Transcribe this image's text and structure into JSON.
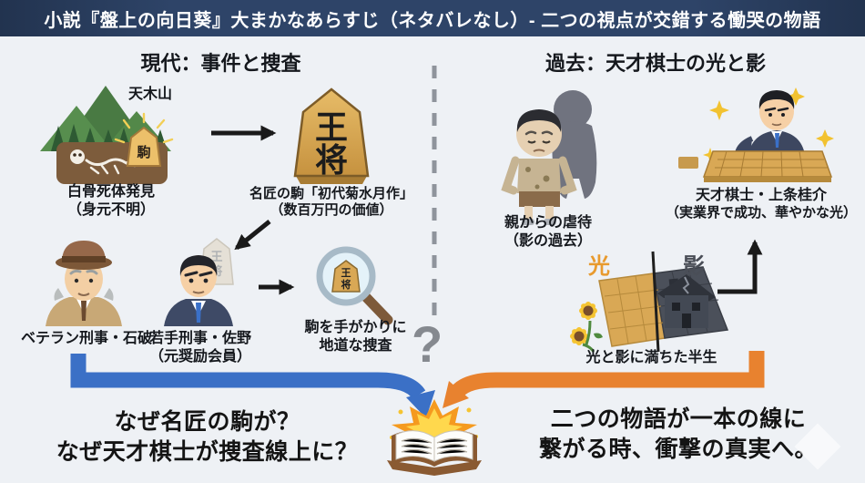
{
  "colors": {
    "background": "#eef1f5",
    "banner_bg": "#2e4468",
    "modern_arrow_blue": "#3b70c6",
    "past_arrow_orange": "#e8822f",
    "light_label_orange": "#e89a2e",
    "shadow_label_gray": "#4a4e57",
    "black_arrow": "#1a1a1a",
    "dashed_divider_gray": "#8f949c"
  },
  "banner": {
    "title": "小説『盤上の向日葵』大まかなあらすじ（ネタバレなし）- 二つの視点が交錯する慟哭の物語"
  },
  "modern_section": {
    "header": "現代：事件と捜査",
    "mountain_name": "天木山",
    "buried_piece_char": "駒",
    "discovery": {
      "line1": "白骨死体発見",
      "line2": "（身元不明）"
    },
    "masterpiece": {
      "line1": "名匠の駒「初代菊水月作」",
      "line2": "（数百万円の価値）",
      "char_top": "王",
      "char_bottom": "将"
    },
    "veteran_detective": "ベテラン刑事・石破",
    "young_detective": {
      "line1": "若手刑事・佐野",
      "line2": "（元奨励会員）"
    },
    "investigation": {
      "line1": "駒を手がかりに",
      "line2": "地道な捜査"
    }
  },
  "past_section": {
    "header": "過去：天才棋士の光と影",
    "abuse": {
      "line1": "親からの虐待",
      "line2": "（影の過去）"
    },
    "genius": {
      "line1": "天才棋士・上条桂介",
      "line2": "（実業界で成功、華やかな光）"
    },
    "light_label": "光",
    "shadow_label": "影",
    "half_life": "光と影に満ちた半生"
  },
  "center": {
    "question_mark": "?"
  },
  "conclusion": {
    "left": {
      "line1": "なぜ名匠の駒が？",
      "line2": "なぜ天才棋士が捜査線上に？"
    },
    "right": {
      "line1": "二つの物語が一本の線に",
      "line2": "繋がる時、衝撃の真実へ。"
    }
  }
}
